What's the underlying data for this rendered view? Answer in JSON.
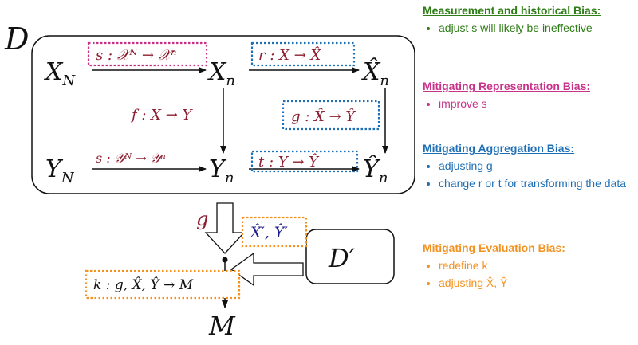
{
  "colors": {
    "green": "#2e7d16",
    "pink": "#c8338a",
    "blue": "#1f6fb4",
    "orange": "#f39220",
    "dark_red": "#8c1c2e",
    "navy": "#1d1d8f"
  },
  "diagram": {
    "dataset_label": "D",
    "dataset_prime_label": "D′",
    "model_label": "M",
    "nodes": {
      "X_N": [
        "X",
        "N"
      ],
      "X_n": [
        "X",
        "n"
      ],
      "Xhat_n": [
        "X̂",
        "n"
      ],
      "Y_N": [
        "Y",
        "N"
      ],
      "Y_n": [
        "Y",
        "n"
      ],
      "Yhat_n": [
        "Ŷ",
        "n"
      ]
    },
    "maps": {
      "s_top": "s : 𝒳ᴺ → 𝒳ⁿ",
      "r": "r : X → X̂",
      "f": "f : X → Y",
      "g": "g : X̂ → Ŷ",
      "s_bottom": "s : 𝒴ᴺ → 𝒴ⁿ",
      "t": "t : Y → Ŷ",
      "g_arrow": "g",
      "xy_prime": "X̂′, Ŷ′",
      "k": "k : g, X̂, Ŷ → M"
    }
  },
  "panels": [
    {
      "title": "Measurement and historical Bias:",
      "color": "green",
      "items": [
        "adjust s will likely be ineffective"
      ]
    },
    {
      "title": "Mitigating Representation Bias:",
      "color": "pink",
      "items": [
        "improve s"
      ]
    },
    {
      "title": "Mitigating Aggregation Bias:",
      "color": "blue",
      "items": [
        "adjusting g",
        "change r or t for transforming the data"
      ]
    },
    {
      "title": "Mitigating Evaluation Bias:",
      "color": "orange",
      "items": [
        "redefine k",
        "adjusting X̂, Ŷ"
      ]
    }
  ]
}
